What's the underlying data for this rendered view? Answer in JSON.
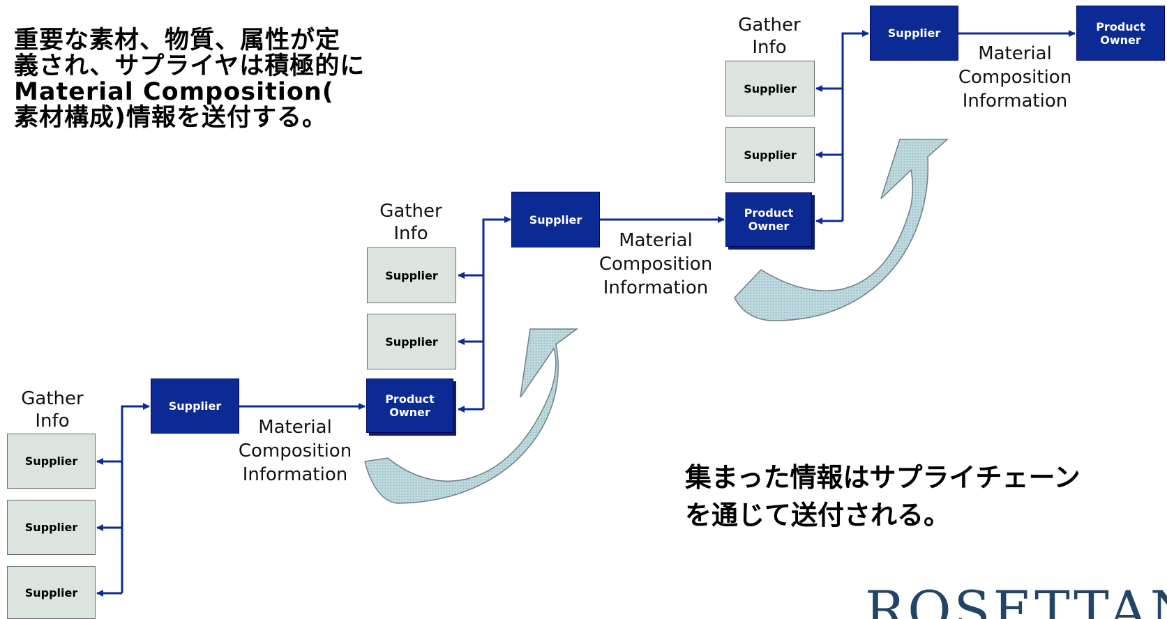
{
  "intro_text": [
    "重要な素材、物質、属性が定",
    "義され、サプライヤは積極的に",
    "Material Composition(",
    "素材構成)情報を送付する。"
  ],
  "closing_text": [
    "集まった情報はサプライチェーン",
    "を通じて送付される。"
  ],
  "tiers": [
    {
      "gather_label": [
        "Gather",
        "Info"
      ],
      "sub_suppliers": [
        "Supplier",
        "Supplier",
        "Supplier"
      ],
      "supplier": "Supplier",
      "flow_label": [
        "Material",
        "Composition",
        "Information"
      ],
      "owner": [
        "Product",
        "Owner"
      ]
    },
    {
      "gather_label": [
        "Gather",
        "Info"
      ],
      "sub_suppliers": [
        "Supplier",
        "Supplier"
      ],
      "supplier": "Supplier",
      "flow_label": [
        "Material",
        "Composition",
        "Information"
      ],
      "owner": [
        "Product",
        "Owner"
      ]
    },
    {
      "gather_label": [
        "Gather",
        "Info"
      ],
      "sub_suppliers": [
        "Supplier",
        "Supplier"
      ],
      "supplier": "Supplier",
      "flow_label": [
        "Material",
        "Composition",
        "Information"
      ],
      "owner": [
        "Product",
        "Owner"
      ]
    }
  ],
  "logo": "ROSETTANET",
  "colors": {
    "supplier_fill": "#dbe5de",
    "dark_fill": "#0b2a94",
    "connector": "#0b2a94",
    "curved_arrow": "#b8d5db"
  }
}
